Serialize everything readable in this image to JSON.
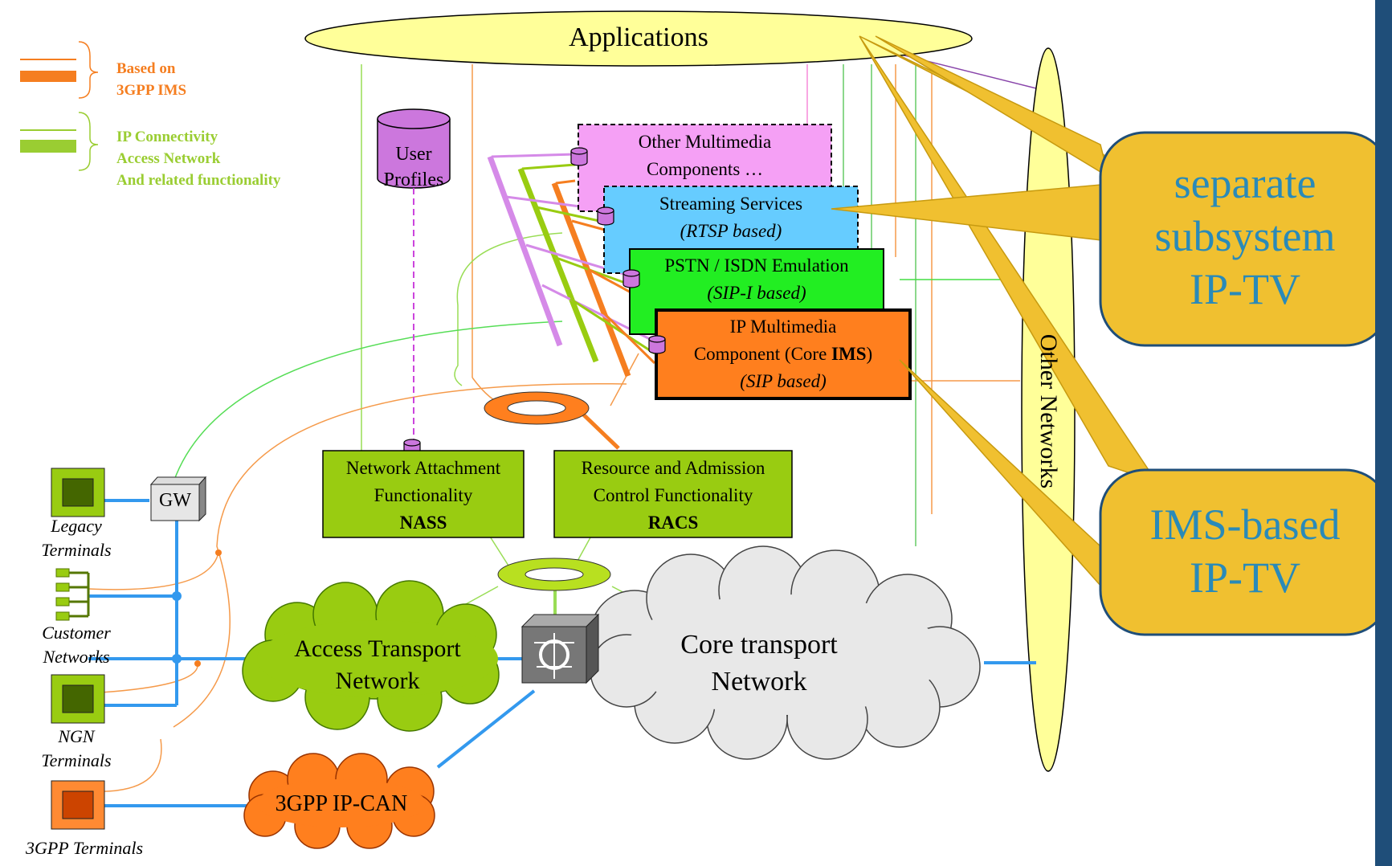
{
  "legend": {
    "ims_label": [
      "Based on",
      "3GPP IMS"
    ],
    "ip_label": [
      "IP Connectivity",
      "Access Network",
      "And related functionality"
    ],
    "ims_color": "#f57e20",
    "ip_color": "#9acd32"
  },
  "applications": "Applications",
  "user_profiles": [
    "User",
    "Profiles"
  ],
  "components": {
    "other": [
      "Other Multimedia",
      "Components …"
    ],
    "streaming": [
      "Streaming Services",
      "(RTSP based)"
    ],
    "pstn": [
      "PSTN / ISDN Emulation",
      "(SIP-I based)"
    ],
    "ims": [
      "IP Multimedia",
      "Component (Core ",
      "IMS",
      ")",
      "(SIP based)"
    ]
  },
  "nass": [
    "Network Attachment",
    "Functionality",
    "NASS"
  ],
  "racs": [
    "Resource and Admission",
    "Control Functionality",
    "RACS"
  ],
  "other_networks": "Other Networks",
  "gw": "GW",
  "terminals": {
    "legacy": [
      "Legacy",
      "Terminals"
    ],
    "customer": [
      "Customer",
      "Networks"
    ],
    "ngn": [
      "NGN",
      "Terminals"
    ],
    "gpp": "3GPP Terminals"
  },
  "access_transport": [
    "Access Transport",
    "Network"
  ],
  "core_transport": [
    "Core transport",
    "Network"
  ],
  "ipcan": "3GPP IP-CAN",
  "callouts": {
    "separate": [
      "separate",
      "subsystem",
      "IP-TV"
    ],
    "ims_based": [
      "IMS-based",
      "IP-TV"
    ]
  },
  "colors": {
    "other": "#f5a0f5",
    "streaming": "#66ccff",
    "pstn": "#22ee22",
    "ims": "#ff7f1e",
    "nass": "#99cc11",
    "applications": "#ffff99",
    "callout": "#f0c030",
    "blue_links": "#3399ee",
    "accent_bar": "#1f4e79"
  }
}
